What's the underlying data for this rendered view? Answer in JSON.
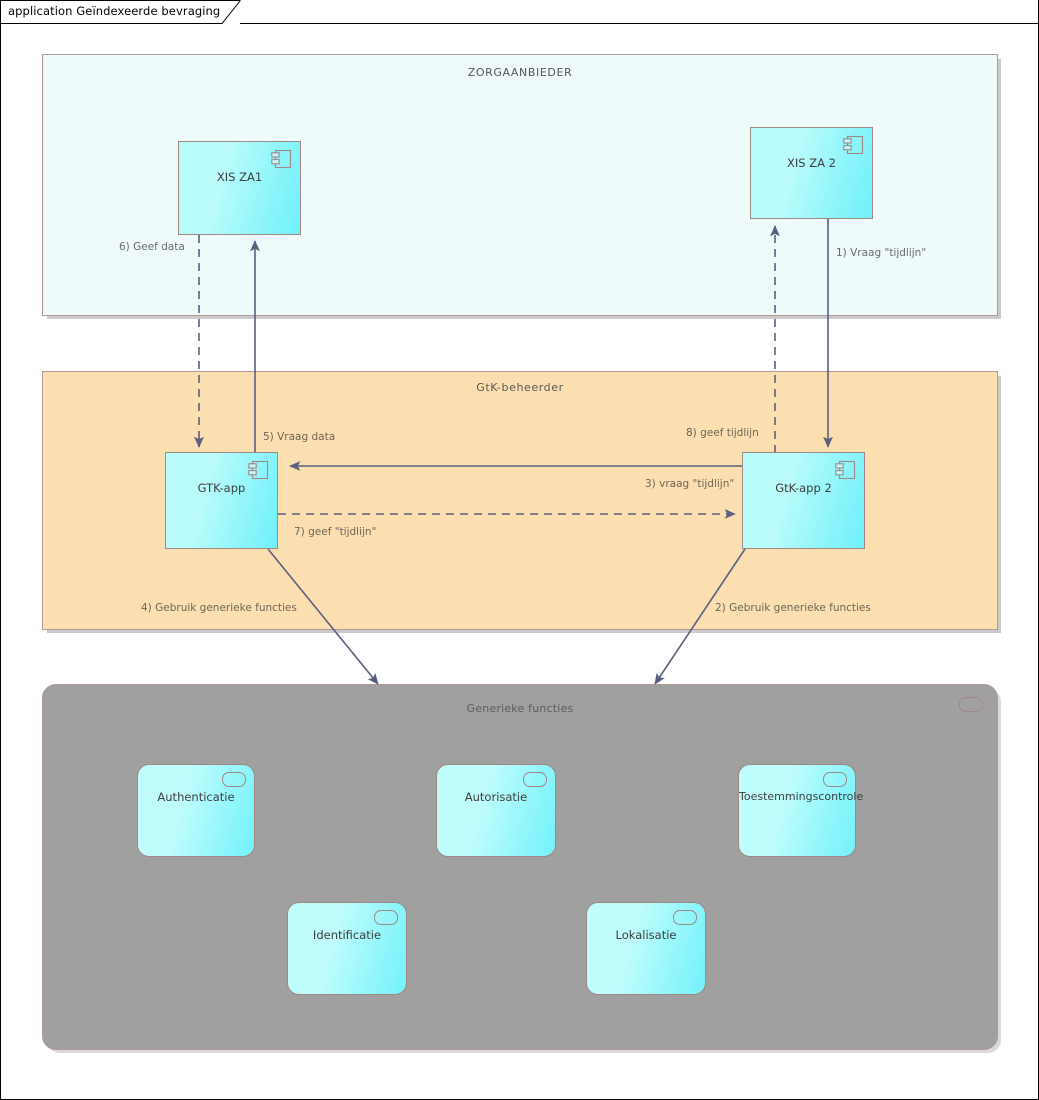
{
  "window": {
    "tab_label": "application Geïndexeerde bevraging"
  },
  "colors": {
    "zorgaanbieder_fill": "#effbfb",
    "gtk_fill": "#fcdfb0",
    "generieke_fill": "#a0a0a0",
    "node_fill": "#8ef5fa",
    "node_border": "#a08884",
    "connector": "#5a6080",
    "label_text": "#6b6b6b"
  },
  "groups": [
    {
      "id": "zorgaanbieder",
      "title": "ZORGAANBIEDER",
      "nodes": [
        "XIS ZA1",
        "XIS ZA 2"
      ]
    },
    {
      "id": "gtk-beheerder",
      "title": "GtK-beheerder",
      "nodes": [
        "GTK-app",
        "GtK-app 2"
      ]
    },
    {
      "id": "generieke-functies",
      "title": "Generieke functies",
      "nodes": [
        "Authenticatie",
        "Autorisatie",
        "Toestemmingscontrole",
        "Identificatie",
        "Lokalisatie"
      ]
    }
  ],
  "components": {
    "xis_za1": {
      "label": "XIS ZA1",
      "icon": "uml-component-icon"
    },
    "xis_za2": {
      "label": "XIS ZA 2",
      "icon": "uml-component-icon"
    },
    "gtk_app": {
      "label": "GTK-app",
      "icon": "uml-component-icon"
    },
    "gtk_app2": {
      "label": "GtK-app 2",
      "icon": "uml-component-icon"
    }
  },
  "services": {
    "authenticatie": {
      "label": "Authenticatie",
      "icon": "application-service-icon"
    },
    "autorisatie": {
      "label": "Autorisatie",
      "icon": "application-service-icon"
    },
    "toestemmingscontrole": {
      "label": "Toestemmingscontrole",
      "icon": "application-service-icon"
    },
    "identificatie": {
      "label": "Identificatie",
      "icon": "application-service-icon"
    },
    "lokalisatie": {
      "label": "Lokalisatie",
      "icon": "application-service-icon"
    }
  },
  "connectors": [
    {
      "seq": 1,
      "label": "1) Vraag \"tijdlijn\"",
      "from": "XIS ZA 2",
      "to": "GtK-app 2",
      "style": "solid"
    },
    {
      "seq": 2,
      "label": "2) Gebruik generieke functies",
      "from": "GtK-app 2",
      "to": "Generieke functies",
      "style": "solid"
    },
    {
      "seq": 3,
      "label": "3) vraag \"tijdlijn\"",
      "from": "GtK-app 2",
      "to": "GTK-app",
      "style": "solid"
    },
    {
      "seq": 4,
      "label": "4) Gebruik generieke functies",
      "from": "GTK-app",
      "to": "Generieke functies",
      "style": "solid"
    },
    {
      "seq": 5,
      "label": "5) Vraag data",
      "from": "GTK-app",
      "to": "XIS ZA1",
      "style": "solid"
    },
    {
      "seq": 6,
      "label": "6) Geef data",
      "from": "XIS ZA1",
      "to": "GTK-app",
      "style": "dashed"
    },
    {
      "seq": 7,
      "label": "7) geef \"tijdlijn\"",
      "from": "GTK-app",
      "to": "GtK-app 2",
      "style": "dashed"
    },
    {
      "seq": 8,
      "label": "8) geef tijdlijn",
      "from": "GtK-app 2",
      "to": "XIS ZA 2",
      "style": "dashed"
    }
  ]
}
